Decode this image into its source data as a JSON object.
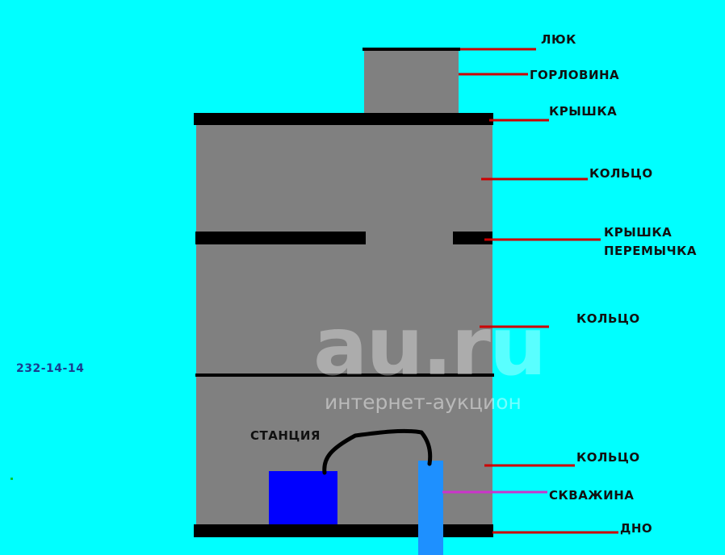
{
  "labels": {
    "lyuk": "ЛЮК",
    "gorlovina": "ГОРЛОВИНА",
    "kryshka": "КРЫШКА",
    "koltso_1": "КОЛЬЦО",
    "kryshka_peremychka_1": "КРЫШКА",
    "kryshka_peremychka_2": "ПЕРЕМЫЧКА",
    "koltso_2": "КОЛЬЦО",
    "koltso_3": "КОЛЬЦО",
    "skvazhina": "СКВАЖИНА",
    "dno": "ДНО",
    "stantsiya": "СТАНЦИЯ"
  },
  "phone": "232-14-14",
  "watermark": {
    "brand": "au.ru",
    "tagline": "интернет-аукцион"
  },
  "colors": {
    "background": "#00ffff",
    "concrete": "#808080",
    "slab": "#000000",
    "leader": "#cc0000",
    "well_leader": "#cc33cc",
    "station": "#0000ff",
    "pipe": "#1e90ff"
  }
}
